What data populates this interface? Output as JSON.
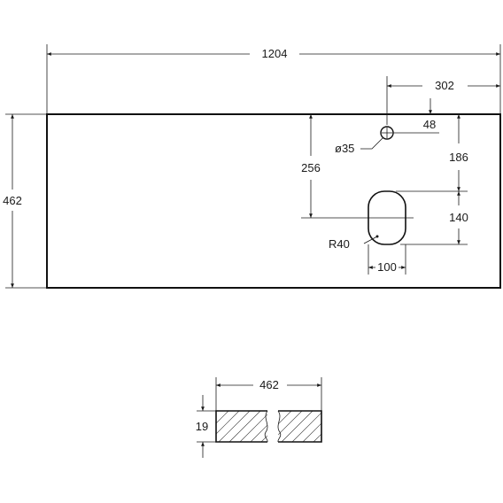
{
  "plan_view": {
    "overall_length": "1204",
    "overall_width": "462",
    "hole_offset_right": "302",
    "hole_offset_back": "48",
    "hole_diameter": "ø35",
    "hole_to_bowl_depth": "256",
    "bowl_offset_back": "186",
    "bowl_length": "140",
    "bowl_radius": "R40",
    "bowl_width": "100"
  },
  "section_view": {
    "depth": "462",
    "thickness": "19"
  },
  "colors": {
    "line": "#1a1a1a",
    "outline": "#111111",
    "background": "#ffffff"
  }
}
